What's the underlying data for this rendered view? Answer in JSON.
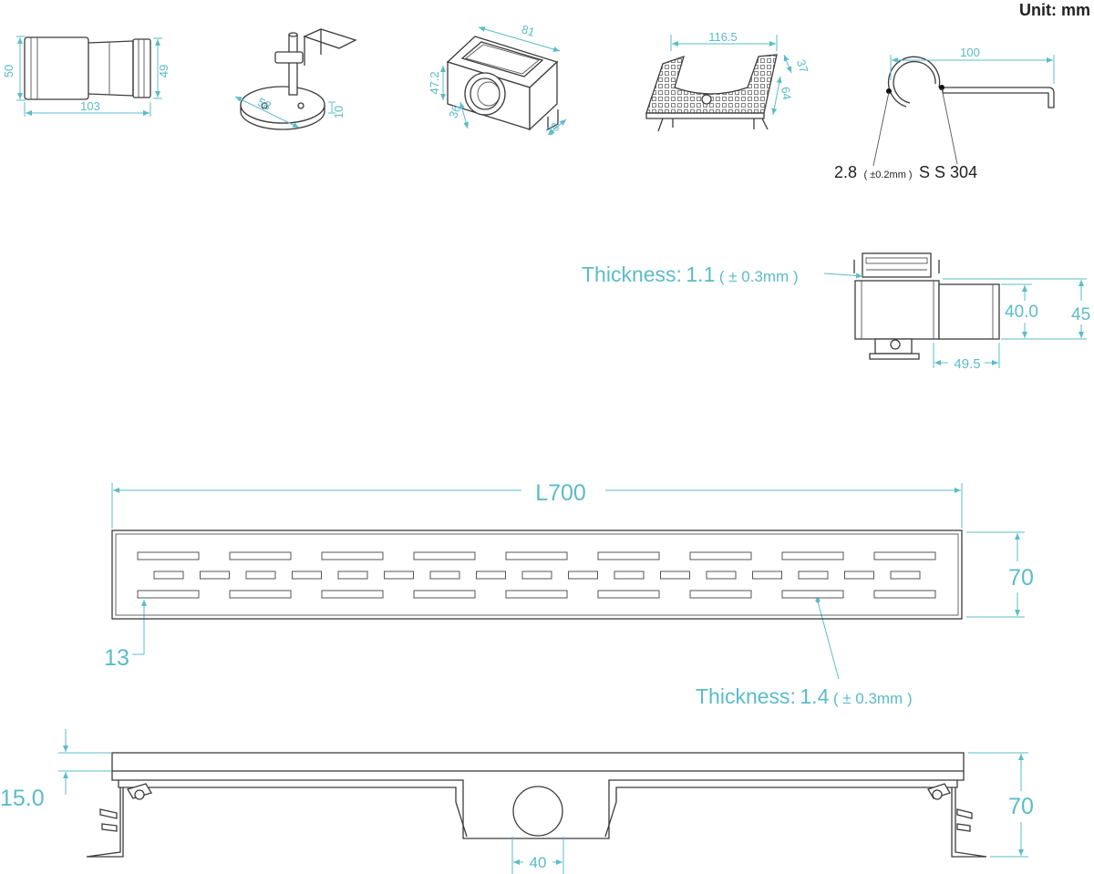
{
  "unit_label": "Unit: mm",
  "colors": {
    "dimension": "#5bbcc8",
    "outline": "#3c3c3c",
    "text": "#222222"
  },
  "parts": {
    "adapter": {
      "height_left": "50",
      "height_right": "49",
      "length": "103"
    },
    "mount": {
      "diameter": "58",
      "height": "10"
    },
    "outlet_box": {
      "top": "81",
      "height": "47.2",
      "pipe": "36",
      "side": "39"
    },
    "grate_holder": {
      "width": "116.5",
      "depth": "37",
      "height": "64"
    },
    "clip": {
      "length": "100",
      "wire": "2.8",
      "tolerance": "( ±0.2mm )",
      "material": "S S 304"
    }
  },
  "section": {
    "thickness_label": "Thickness:",
    "thickness_value": "1.1",
    "thickness_tol": "( ± 0.3mm )",
    "outlet_height": "40.0",
    "total_height": "45",
    "outlet_length": "49.5"
  },
  "top_view": {
    "length": "L700",
    "width": "70",
    "margin": "13",
    "thickness_label": "Thickness:",
    "thickness_value": "1.4",
    "thickness_tol": "( ± 0.3mm )"
  },
  "side_view": {
    "rim": "15.0",
    "height": "70",
    "outlet": "40"
  }
}
